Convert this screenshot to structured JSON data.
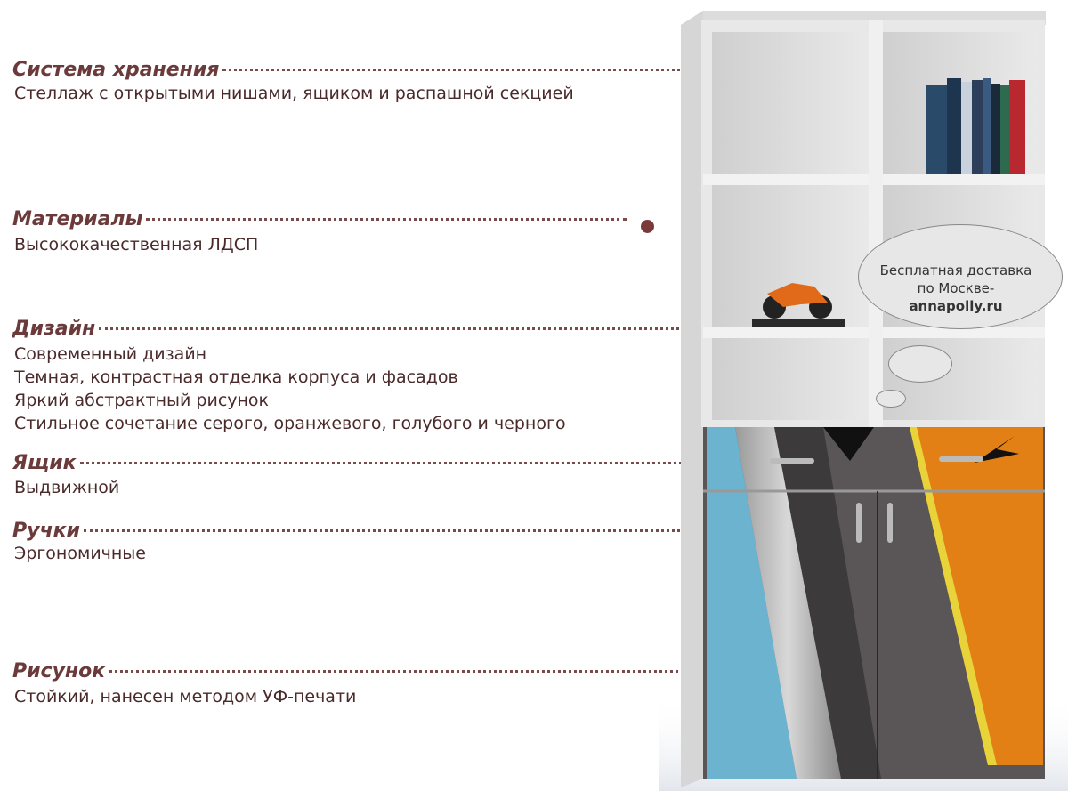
{
  "features": [
    {
      "title": "Система хранения",
      "desc": [
        "Стеллаж с открытыми нишами, ящиком и распашной секцией"
      ]
    },
    {
      "title": "Материалы",
      "desc": [
        "Высококачественная ЛДСП"
      ]
    },
    {
      "title": "Дизайн",
      "desc": [
        "Современный дизайн",
        "Темная, контрастная отделка корпуса и фасадов",
        "Яркий абстрактный рисунок",
        "Стильное сочетание серого, оранжевого, голубого и черного"
      ]
    },
    {
      "title": "Ящик",
      "desc": [
        "Выдвижной"
      ]
    },
    {
      "title": "Ручки",
      "desc": [
        "Эргономичные"
      ]
    },
    {
      "title": "Рисунок",
      "desc": [
        "Стойкий, нанесен методом УФ-печати"
      ]
    }
  ],
  "promo": {
    "line1": "Бесплатная доставка",
    "line2": "по Москве-",
    "site": "annapolly.ru"
  }
}
